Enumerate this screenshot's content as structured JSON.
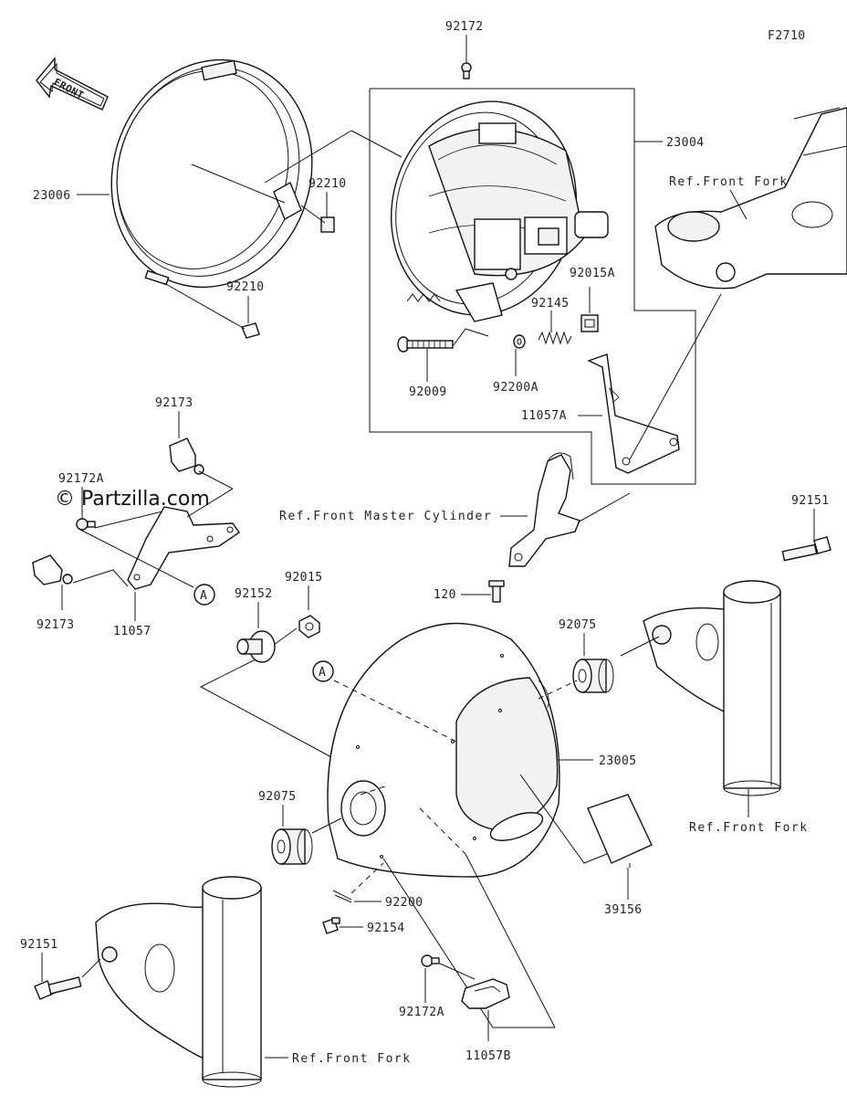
{
  "diagram": {
    "code": "F2710",
    "watermark": "© Partzilla.com",
    "front_label": "FRONT",
    "callout_a": "A",
    "parts": {
      "p92172": "92172",
      "p23004": "23004",
      "p23006": "23006",
      "p92210_top": "92210",
      "p92210_bottom": "92210",
      "p92015A": "92015A",
      "p92145": "92145",
      "p92009": "92009",
      "p92200A": "92200A",
      "p11057A": "11057A",
      "p92173_top": "92173",
      "p92172A_left": "92172A",
      "p92173_bottom": "92173",
      "p11057": "11057",
      "p120": "120",
      "p92151_right": "92151",
      "p92152": "92152",
      "p92015": "92015",
      "p92075_right": "92075",
      "p23005": "23005",
      "p92075_left": "92075",
      "p39156": "39156",
      "p92200": "92200",
      "p92154": "92154",
      "p92151_left": "92151",
      "p92172A_bottom": "92172A",
      "p11057B": "11057B"
    },
    "refs": {
      "front_fork_top": "Ref.Front Fork",
      "master_cylinder": "Ref.Front Master Cylinder",
      "front_fork_right": "Ref.Front Fork",
      "front_fork_bottom": "Ref.Front Fork"
    }
  }
}
